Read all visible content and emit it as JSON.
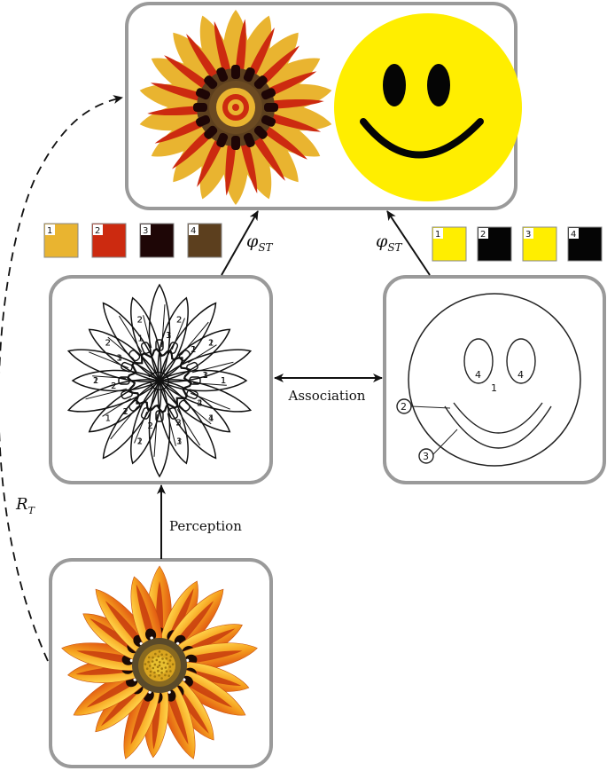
{
  "labels": {
    "association": "Association",
    "perception": "Perception",
    "phi_left": "φ",
    "phi_right": "φ",
    "phi_sub": "ST",
    "rt_main": "R",
    "rt_sub": "T"
  },
  "palette_left": [
    {
      "num": "1",
      "color": "#E9B430"
    },
    {
      "num": "2",
      "color": "#CC2A10"
    },
    {
      "num": "3",
      "color": "#1E0606"
    },
    {
      "num": "4",
      "color": "#5C3F1E"
    }
  ],
  "palette_right": [
    {
      "num": "1",
      "color": "#FFEE00"
    },
    {
      "num": "2",
      "color": "#050505"
    },
    {
      "num": "3",
      "color": "#FFEE00"
    },
    {
      "num": "4",
      "color": "#050505"
    }
  ],
  "flower_sketch_numbers": [
    "1",
    "2",
    "1",
    "2",
    "1",
    "2",
    "1",
    "2",
    "1",
    "2",
    "2",
    "1",
    "2",
    "1",
    "2",
    "3",
    "2",
    "1",
    "2",
    "3",
    "1",
    "4",
    "4",
    "3",
    "3",
    "2",
    "2",
    "1",
    "1",
    "2",
    "1",
    "3",
    "2",
    "1",
    "2",
    "1",
    "2",
    "2",
    "1",
    "1"
  ],
  "smiley_sketch_numbers": {
    "eye_left": "4",
    "eye_right": "4",
    "face": "1",
    "mouth_outer": "2",
    "mouth_inner": "3"
  },
  "colors": {
    "frame": "#9A9A9A",
    "flower_yellow": "#E9B430",
    "flower_red": "#CC2A10",
    "flower_dark": "#1E0606",
    "flower_brown": "#5C3F1E",
    "smiley_yellow": "#FFEE00"
  }
}
